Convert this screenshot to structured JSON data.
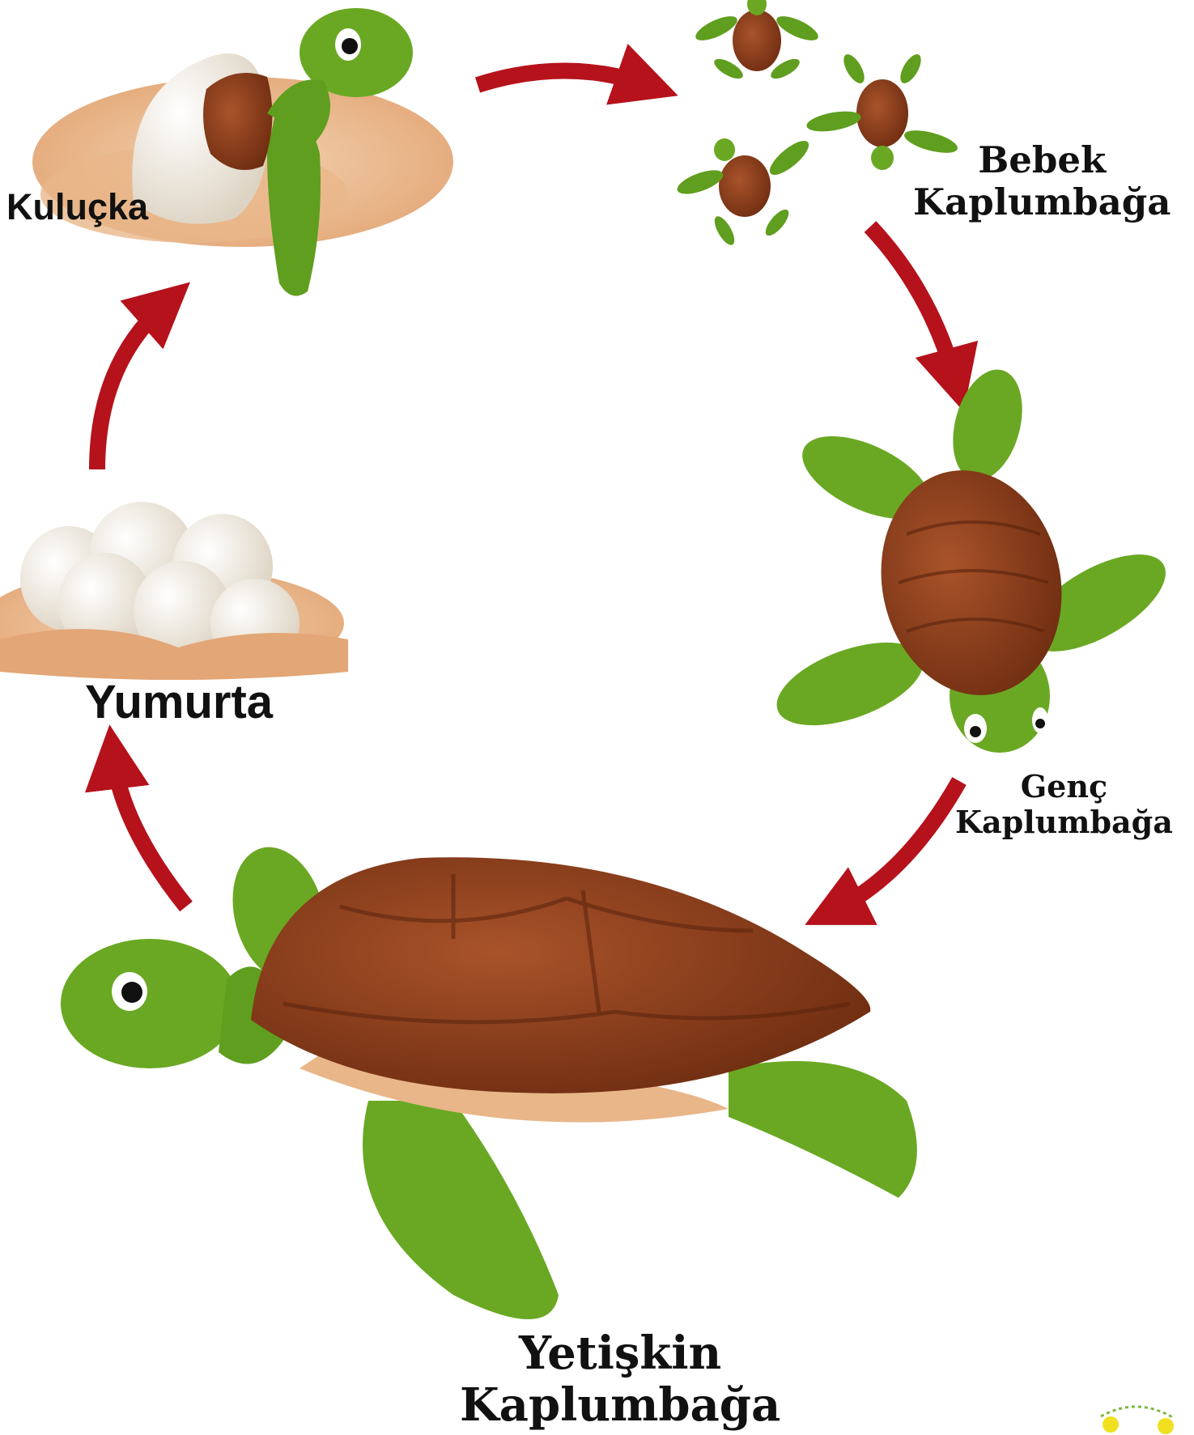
{
  "diagram": {
    "stages": {
      "hatching": {
        "label": "Kuluçka"
      },
      "baby": {
        "line1": "Bebek",
        "line2": "Kaplumbağa"
      },
      "juvenile": {
        "line1": "Genç",
        "line2": "Kaplumbağa"
      },
      "adult": {
        "line1": "Yetişkin",
        "line2": "Kaplumbağa"
      },
      "egg": {
        "label": "Yumurta"
      }
    },
    "colors": {
      "arrow": "#b5121b",
      "shell": "#8b3f1a",
      "skin": "#5f9e1e",
      "sand": "#e9bb8f",
      "egg": "#efe8dc"
    }
  }
}
